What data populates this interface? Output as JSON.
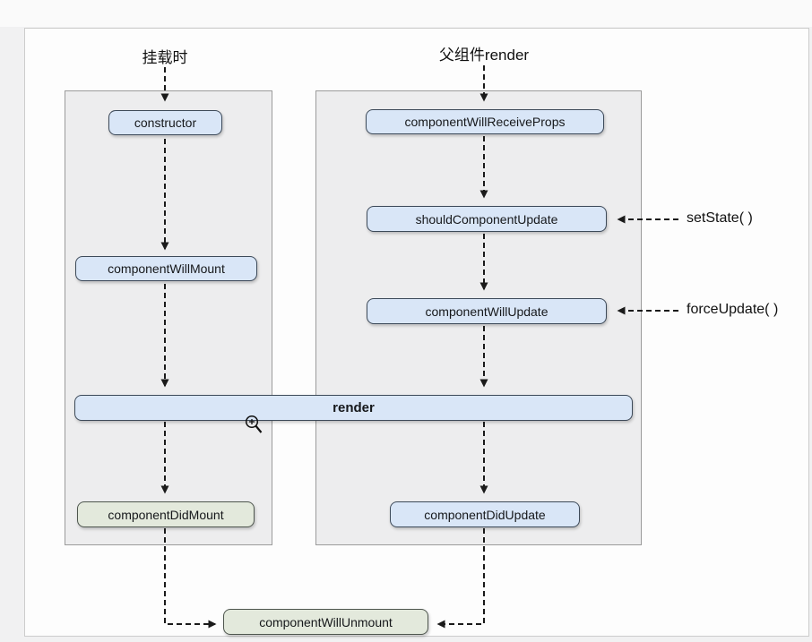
{
  "diagram": {
    "headers": {
      "mount": "挂载时",
      "parent_render": "父组件render"
    },
    "nodes": {
      "ctor": "constructor",
      "componentWillMount": "componentWillMount",
      "componentDidMount": "componentDidMount",
      "componentWillReceiveProps": "componentWillReceiveProps",
      "shouldComponentUpdate": "shouldComponentUpdate",
      "componentWillUpdate": "componentWillUpdate",
      "componentDidUpdate": "componentDidUpdate",
      "render": "render",
      "componentWillUnmount": "componentWillUnmount"
    },
    "annotations": {
      "setState": "setState( )",
      "forceUpdate": "forceUpdate( )"
    },
    "icons": {
      "zoom_cursor": "zoom-in-cursor-icon"
    },
    "colors": {
      "page_bg": "#f1f1f2",
      "top_strip": "#fafafa",
      "card_bg": "#fdfdfd",
      "card_border": "#cccccc",
      "panel_bg": "#ededee",
      "panel_border": "#9b9b9b",
      "box_blue": "#d9e6f7",
      "box_green": "#e3e9dc",
      "node_border": "#3d4a59",
      "green_border": "#4e564e",
      "arrow_color": "#1a1a1a"
    }
  }
}
